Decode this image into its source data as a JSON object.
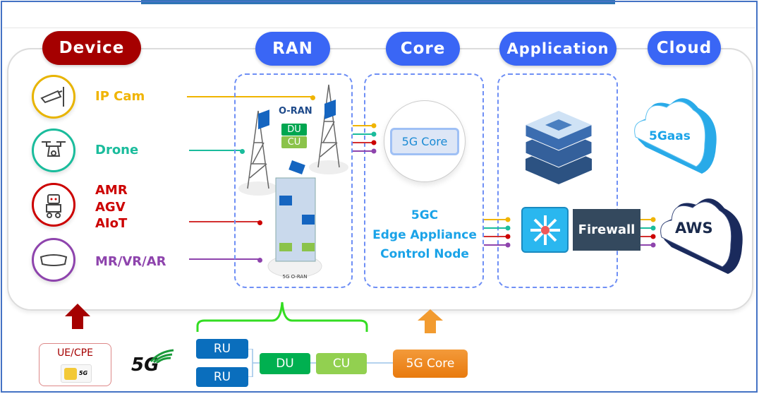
{
  "categories": {
    "device": "Device",
    "ran": "RAN",
    "core": "Core",
    "application": "Application",
    "cloud": "Cloud"
  },
  "devices": [
    {
      "label": "IP Cam",
      "color": "#f0b400",
      "icon": "cctv-camera-icon"
    },
    {
      "label": "Drone",
      "color": "#1abc9c",
      "icon": "drone-icon"
    },
    {
      "label": "AMR\nAGV\nAIoT",
      "lines": [
        "AMR",
        "AGV",
        "AIoT"
      ],
      "color": "#cc0000",
      "icon": "robot-icon"
    },
    {
      "label": "MR/VR/AR",
      "color": "#8e44ad",
      "icon": "vr-headset-icon"
    }
  ],
  "ran": {
    "oran_logo": "O-RAN",
    "du": "DU",
    "cu": "CU",
    "ru": "RU",
    "base_logo": "5G O-RAN"
  },
  "core": {
    "button": "5G Core",
    "lines": [
      "5GC",
      "Edge Appliance",
      "Control Node"
    ]
  },
  "application": {
    "firewall": "Firewall"
  },
  "cloud": {
    "gaas": "5Gaas",
    "aws": "AWS"
  },
  "bottom": {
    "ue_cpe": "UE/CPE",
    "sim_label": "5G",
    "logo_5g": "5G",
    "ru1": "RU",
    "ru2": "RU",
    "du": "DU",
    "cu": "CU",
    "core": "5G Core"
  },
  "colors": {
    "device_pill": "#a50000",
    "category_pill": "#3a66f5",
    "ru": "#0a6ebd",
    "du": "#00b050",
    "cu": "#92d050",
    "core_orange": "#f0861e",
    "firewall": "#34495e"
  }
}
